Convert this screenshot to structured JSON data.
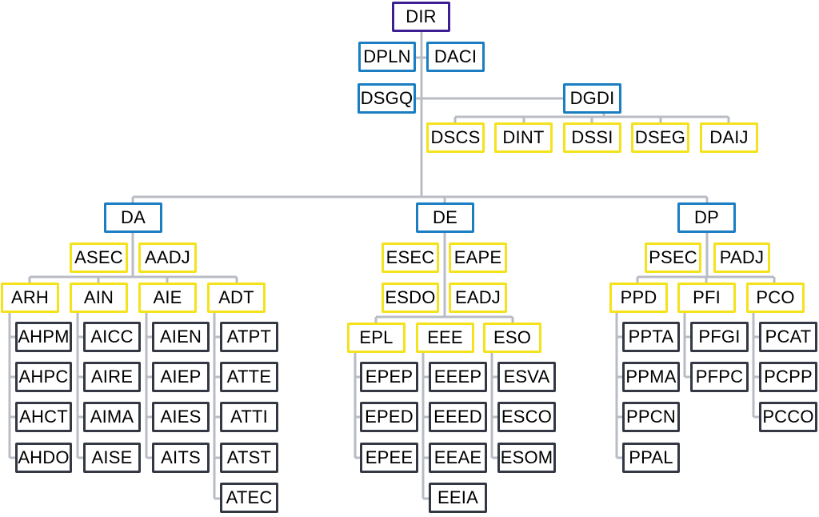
{
  "colors": {
    "top": "#3b1f93",
    "blue": "#1b7ec2",
    "yellow": "#f4e21c",
    "dark": "#333844",
    "connector": "#b9bcc4"
  },
  "units": {
    "dir": "DIR",
    "dpln": "DPLN",
    "daci": "DACI",
    "dsgq": "DSGQ",
    "dgdi": "DGDI",
    "dscs": "DSCS",
    "dint": "DINT",
    "dssi": "DSSI",
    "dseg": "DSEG",
    "daij": "DAIJ",
    "da": "DA",
    "de": "DE",
    "dp": "DP",
    "asec": "ASEC",
    "aadj": "AADJ",
    "arh": "ARH",
    "ain": "AIN",
    "aie": "AIE",
    "adt": "ADT",
    "ahpm": "AHPM",
    "ahpc": "AHPC",
    "ahct": "AHCT",
    "ahdo": "AHDO",
    "aicc": "AICC",
    "aire": "AIRE",
    "aima": "AIMA",
    "aise": "AISE",
    "aien": "AIEN",
    "aiep": "AIEP",
    "aies": "AIES",
    "aits": "AITS",
    "atpt": "ATPT",
    "atte": "ATTE",
    "atti": "ATTI",
    "atst": "ATST",
    "atec": "ATEC",
    "esec": "ESEC",
    "eape": "EAPE",
    "esdo": "ESDO",
    "eadj": "EADJ",
    "epl": "EPL",
    "eee": "EEE",
    "eso": "ESO",
    "epep": "EPEP",
    "eped": "EPED",
    "epee": "EPEE",
    "eeep": "EEEP",
    "eeed": "EEED",
    "eeae": "EEAE",
    "eeia": "EEIA",
    "esva": "ESVA",
    "esco": "ESCO",
    "esom": "ESOM",
    "psec": "PSEC",
    "padj": "PADJ",
    "ppd": "PPD",
    "pfi": "PFI",
    "pco": "PCO",
    "ppta": "PPTA",
    "ppma": "PPMA",
    "ppcn": "PPCN",
    "ppal": "PPAL",
    "pfgi": "PFGI",
    "pfpc": "PFPC",
    "pcat": "PCAT",
    "pcpp": "PCPP",
    "pcco": "PCCO"
  }
}
